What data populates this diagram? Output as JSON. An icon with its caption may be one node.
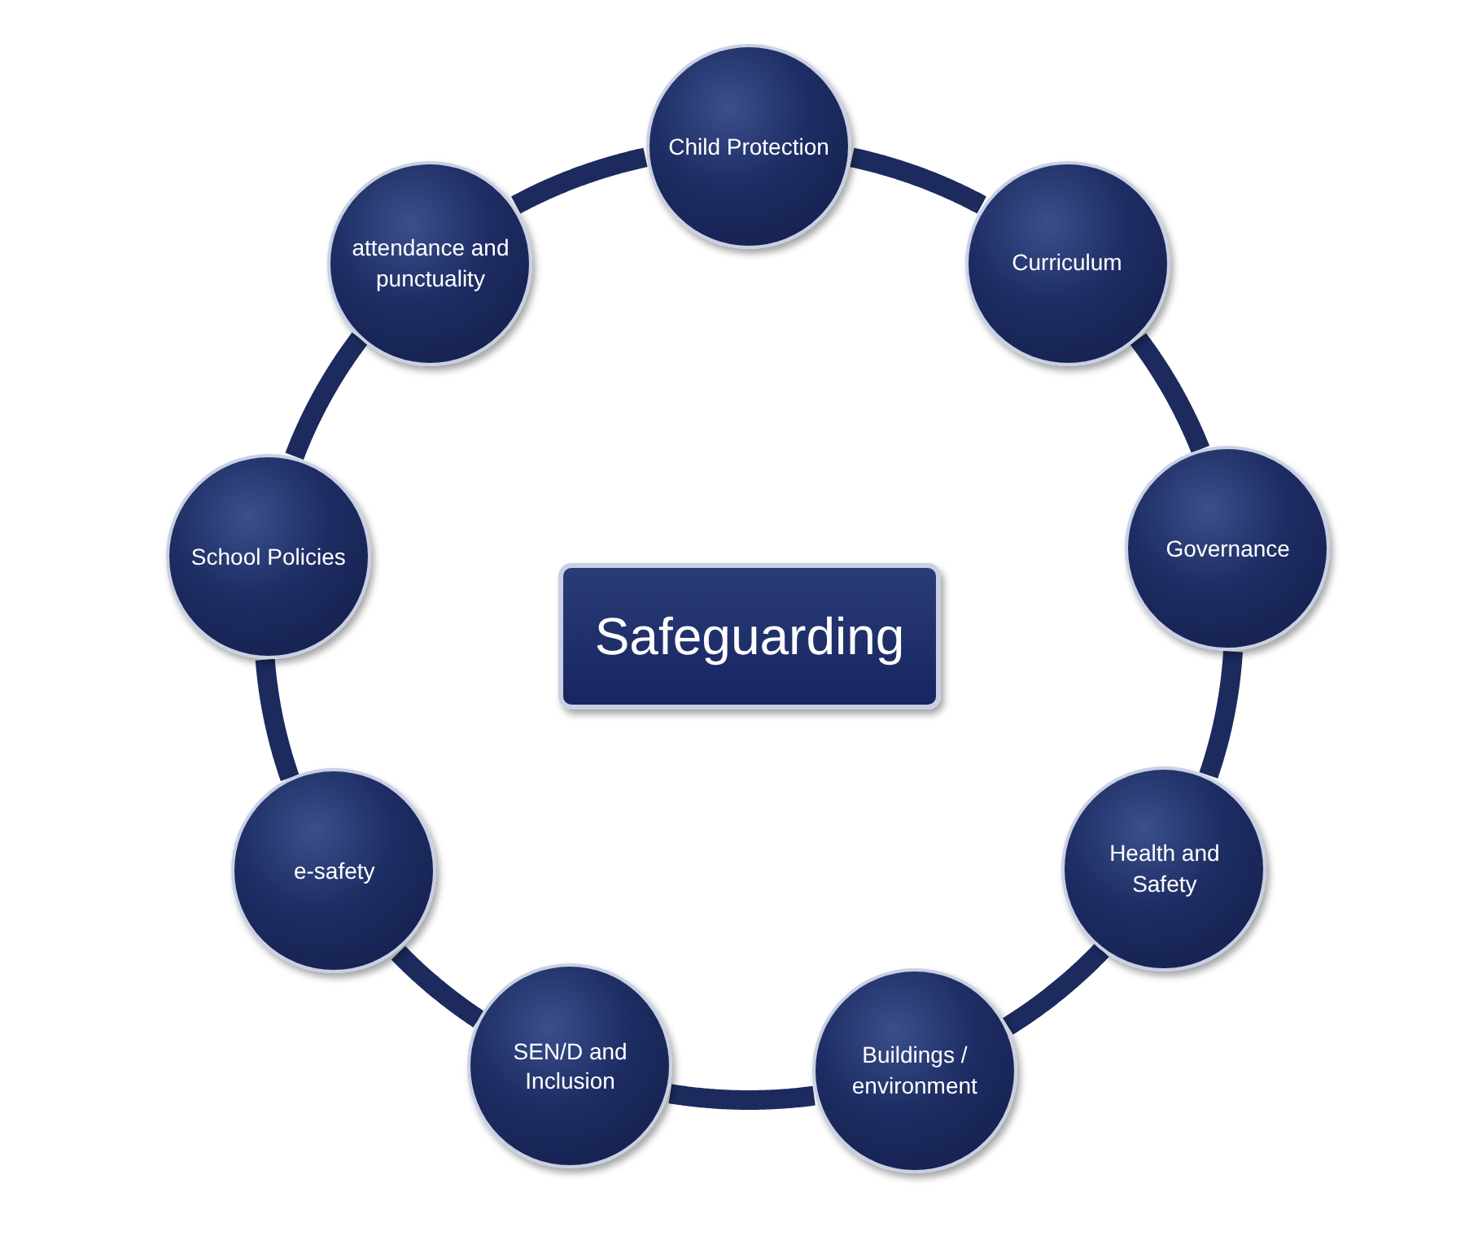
{
  "diagram": {
    "nodes": [
      {
        "text": [
          "Child Protection"
        ]
      },
      {
        "text": [
          "Curriculum"
        ]
      },
      {
        "text": [
          "Governance"
        ]
      },
      {
        "text": [
          "Health and Safety"
        ]
      },
      {
        "text": [
          "Buildings / environment"
        ]
      },
      {
        "text": [
          "SEN/D and Inclusion"
        ]
      },
      {
        "text": [
          "e-safety"
        ]
      },
      {
        "text": [
          "School Policies"
        ]
      },
      {
        "text": [
          "attendance and punctuality"
        ]
      },
      {
        "text": [
          "Safeguarding"
        ]
      }
    ],
    "edges": [
      {
        "from": 0,
        "to": 1,
        "arrow": "none"
      },
      {
        "from": 1,
        "to": 2,
        "arrow": "none"
      },
      {
        "from": 2,
        "to": 3,
        "arrow": "none"
      },
      {
        "from": 3,
        "to": 4,
        "arrow": "none"
      },
      {
        "from": 4,
        "to": 5,
        "arrow": "none"
      },
      {
        "from": 5,
        "to": 6,
        "arrow": "none"
      },
      {
        "from": 6,
        "to": 7,
        "arrow": "none"
      },
      {
        "from": 7,
        "to": 8,
        "arrow": "none"
      },
      {
        "from": 8,
        "to": 0,
        "arrow": "none"
      }
    ]
  }
}
